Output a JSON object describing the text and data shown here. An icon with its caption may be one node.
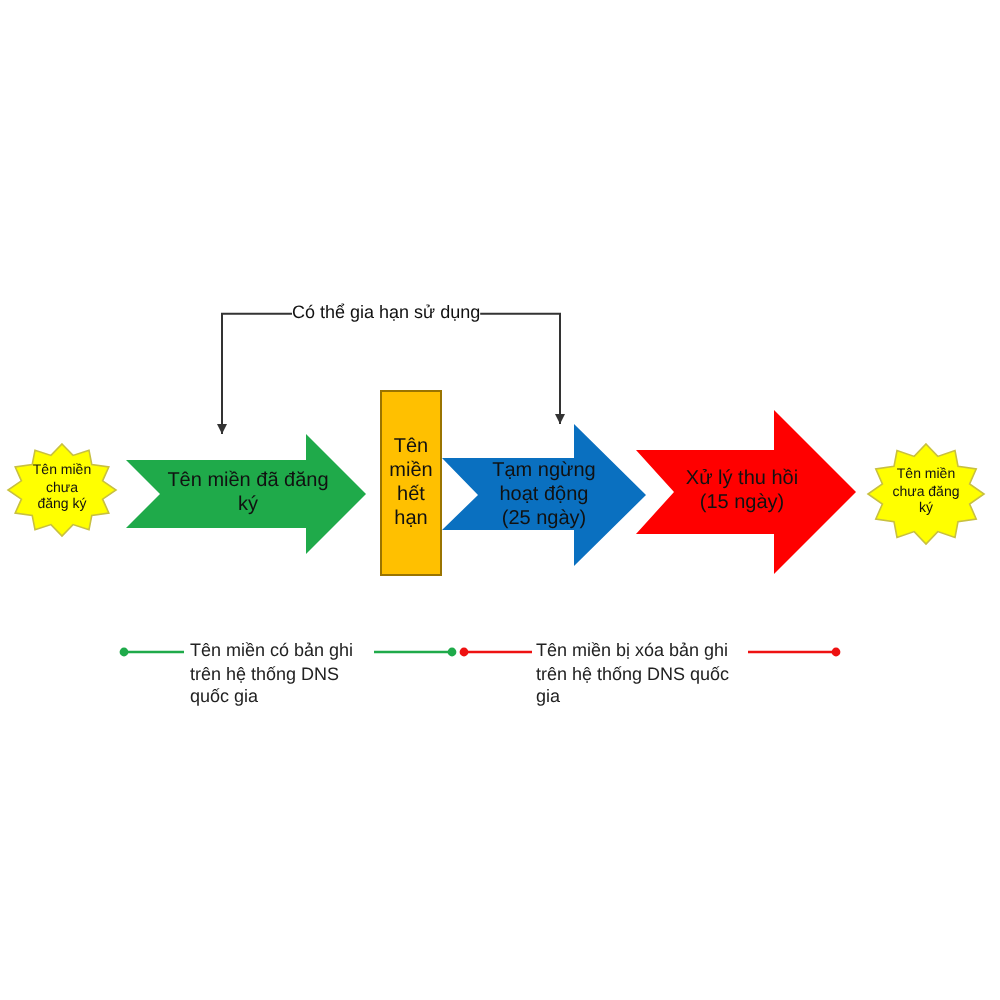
{
  "diagram": {
    "nodes": [
      {
        "text": [
          "Có thể gia hạn sử dụng"
        ]
      },
      {
        "text": [
          "Tên miền chưa đăng ký"
        ]
      },
      {
        "text": [
          "Tên miền đã đăng ký"
        ]
      },
      {
        "text": [
          "Tên miền hết hạn"
        ]
      },
      {
        "text": [
          "Tạm ngừng hoạt động (25 ngày)"
        ]
      },
      {
        "text": [
          "Xử lý thu hồi (15 ngày)"
        ]
      },
      {
        "text": [
          "Tên miền chưa đăng ký"
        ]
      }
    ],
    "edges": [
      {
        "from": 0,
        "to": 2,
        "arrow": "to"
      },
      {
        "from": 0,
        "to": 4,
        "arrow": "to"
      }
    ],
    "labels": [
      "Tên miền có bản ghi trên hệ thống DNS quốc gia",
      "Tên miền bị xóa bản ghi trên hệ thống DNS quốc gia"
    ]
  }
}
